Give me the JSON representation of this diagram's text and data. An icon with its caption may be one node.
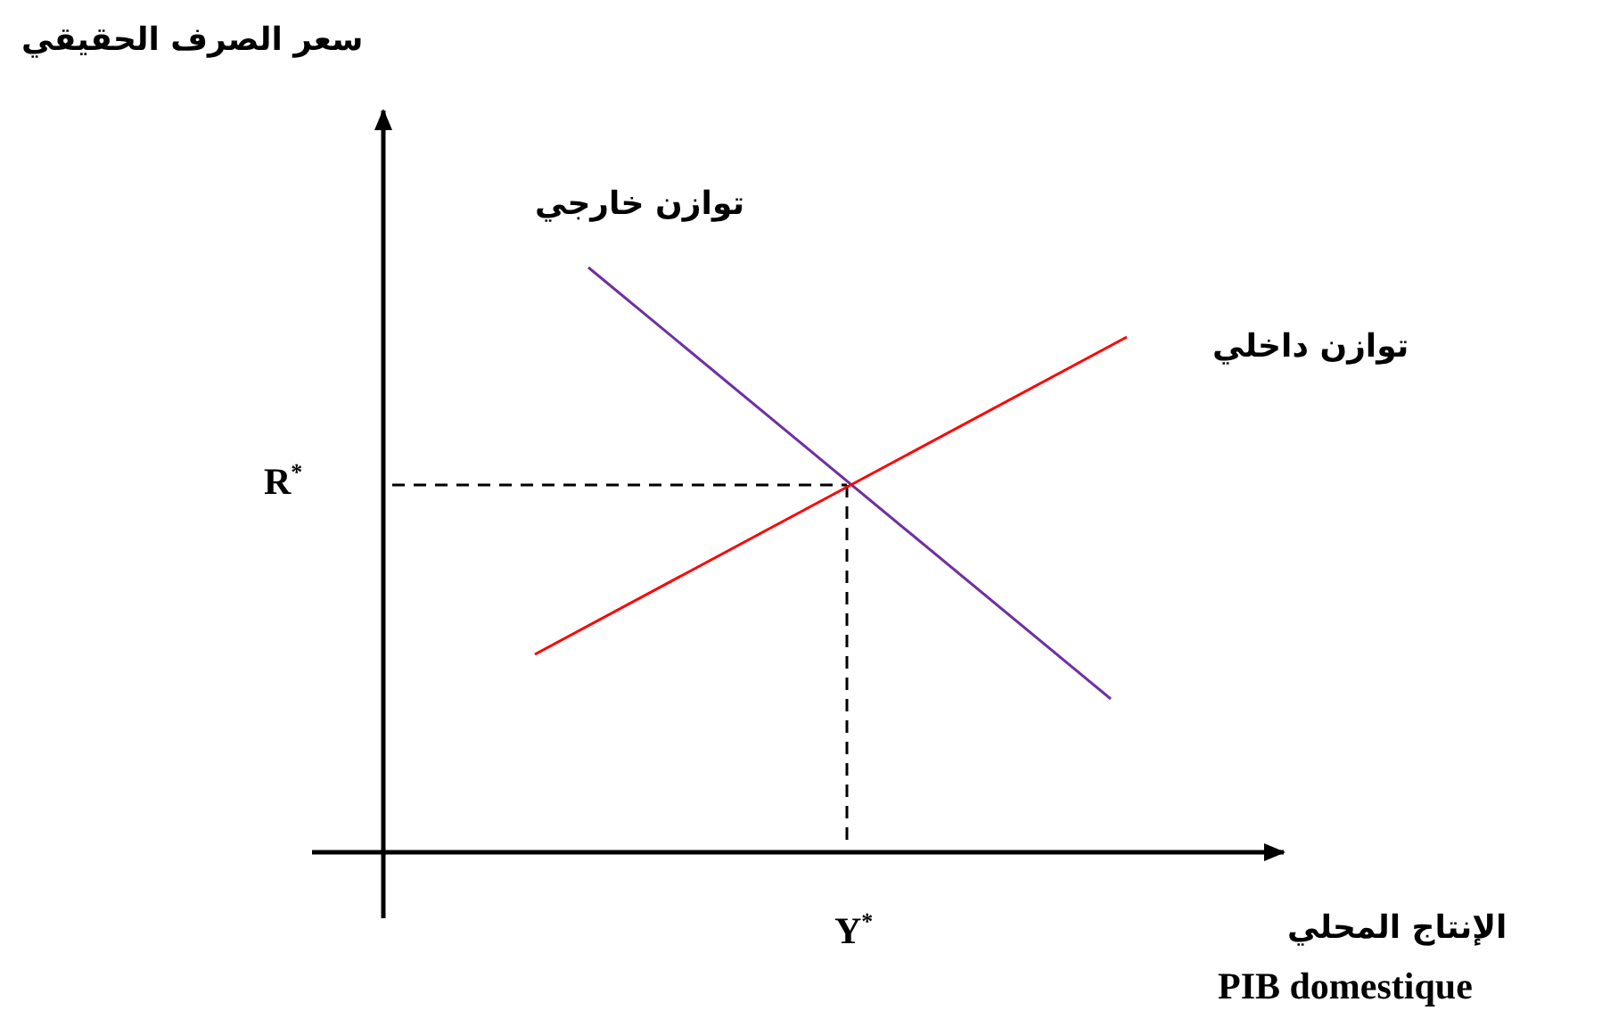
{
  "diagram": {
    "labels": [
      "سعر الصرف الحقيقي",
      "توازن خارجي",
      "توازن داخلي",
      "R$^{*}$",
      "Y$^{*}$",
      "الإنتاج المحلي",
      "PIB domestique"
    ]
  }
}
